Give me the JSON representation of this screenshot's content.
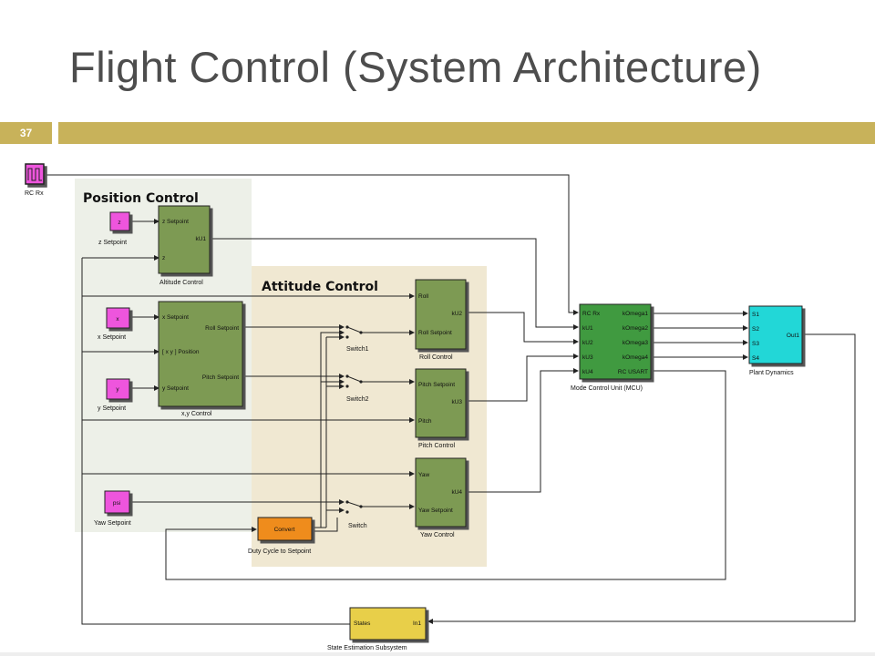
{
  "slide": {
    "title": "Flight Control (System Architecture)",
    "number": "37",
    "colors": {
      "accent_bar": "#c8b25a",
      "title": "#4d4d4d"
    }
  },
  "diagram": {
    "groups": {
      "position": "Position Control",
      "attitude": "Attitude Control"
    },
    "rc_rx": {
      "caption": "RC Rx"
    },
    "z_setpoint": {
      "inner": "z",
      "caption": "z Setpoint"
    },
    "x_setpoint": {
      "inner": "x",
      "caption": "x Setpoint"
    },
    "y_setpoint": {
      "inner": "y",
      "caption": "y Setpoint"
    },
    "psi_setpoint": {
      "inner": "psi",
      "caption": "Yaw Setpoint"
    },
    "altitude_control": {
      "in1": "z Setpoint",
      "out1": "kU1",
      "in2": "z",
      "caption": "Altitude Control"
    },
    "xy_control": {
      "in1": "x Setpoint",
      "in2": "[ x y ] Position",
      "in3": "y Setpoint",
      "out1": "Roll Setpoint",
      "out2": "Pitch Setpoint",
      "caption": "x,y Control"
    },
    "switch1": {
      "caption": "Switch1"
    },
    "switch2": {
      "caption": "Switch2"
    },
    "switch3": {
      "caption": "Switch"
    },
    "roll_control": {
      "in1": "Roll",
      "in2": "Roll Setpoint",
      "out1": "kU2",
      "caption": "Roll Control"
    },
    "pitch_control": {
      "in1": "Pitch Setpoint",
      "in2": "Pitch",
      "out1": "kU3",
      "caption": "Pitch Control"
    },
    "yaw_control": {
      "in1": "Yaw",
      "in2": "Yaw Setpoint",
      "out1": "kU4",
      "caption": "Yaw Control"
    },
    "convert": {
      "inner": "Convert",
      "caption": "Duty Cycle to Setpoint"
    },
    "mcu": {
      "inputs": [
        "RC Rx",
        "kU1",
        "kU2",
        "kU3",
        "kU4"
      ],
      "outputs": [
        "kOmega1",
        "kOmega2",
        "kOmega3",
        "kOmega4",
        "RC USART"
      ],
      "caption": "Mode Control Unit (MCU)"
    },
    "plant": {
      "inputs": [
        "S1",
        "S2",
        "S3",
        "S4"
      ],
      "out1": "Out1",
      "caption": "Plant Dynamics"
    },
    "state_est": {
      "in_label": "States",
      "out_label": "In1",
      "caption": "State Estimation Subsystem"
    },
    "colors": {
      "position_bg": "#edf0e8",
      "attitude_bg": "#f0e8d2",
      "green_block": "#7d9a52",
      "magenta_block": "#ee55dd",
      "orange_block": "#ef8c1c",
      "dark_green_block": "#3f9a3f",
      "cyan_block": "#22d7d7",
      "yellow_block": "#e8cf4a"
    }
  }
}
